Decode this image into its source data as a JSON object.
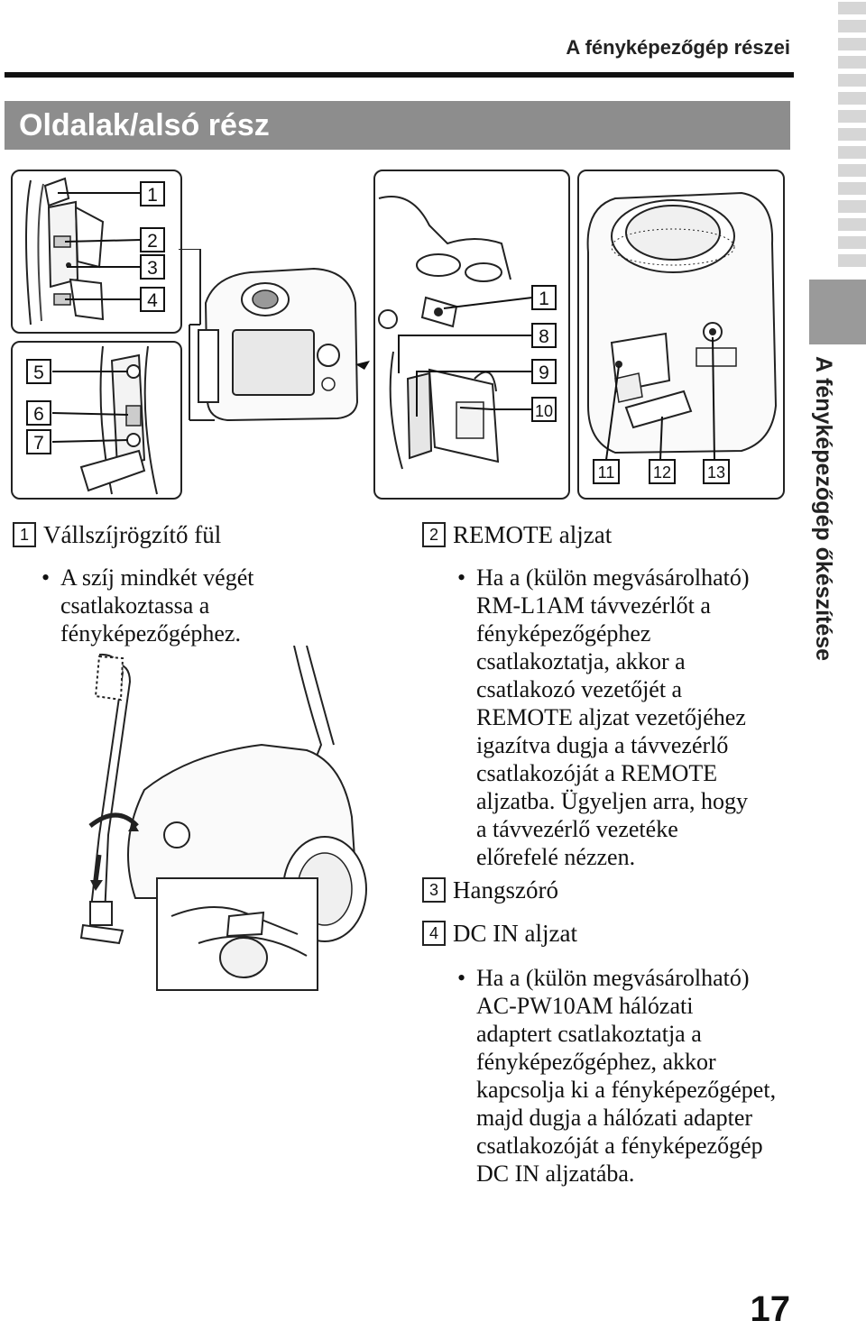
{
  "running_head": "A fényképezőgép részei",
  "section_title": "Oldalak/alsó rész",
  "side_tab": "A fényképezőgép őkészítése",
  "page_number": "17",
  "callouts": {
    "panel_a": [
      "1",
      "2",
      "3",
      "4"
    ],
    "panel_b": [
      "5",
      "6",
      "7"
    ],
    "panel_c": [
      "1",
      "8",
      "9",
      "10"
    ],
    "panel_d": [
      "11",
      "12",
      "13"
    ]
  },
  "items": [
    {
      "num": "1",
      "title": "Vállszíjrögzítő fül",
      "bullet_lines": [
        "A szíj mindkét végét",
        "csatlakoztassa a",
        "fényképezőgéphez."
      ]
    },
    {
      "num": "2",
      "title": "REMOTE aljzat",
      "bullet_lines": [
        "Ha a (külön megvásárolható)",
        "RM-L1AM távvezérlőt a",
        "fényképezőgéphez",
        "csatlakoztatja, akkor a",
        "csatlakozó vezetőjét a",
        "REMOTE aljzat vezetőjéhez",
        "igazítva dugja a távvezérlő",
        "csatlakozóját a REMOTE",
        "aljzatba. Ügyeljen arra, hogy",
        "a távvezérlő vezetéke",
        "előrefelé nézzen."
      ]
    },
    {
      "num": "3",
      "title": "Hangszóró"
    },
    {
      "num": "4",
      "title": "DC IN aljzat",
      "bullet_lines": [
        "Ha a (külön megvásárolható)",
        "AC-PW10AM hálózati",
        "adaptert csatlakoztatja a",
        "fényképezőgéphez, akkor",
        "kapcsolja ki a fényképezőgépet,",
        "majd dugja a hálózati adapter",
        "csatlakozóját a fényképezőgép",
        "DC IN aljzatába."
      ]
    }
  ],
  "bullet_symbol": "•"
}
